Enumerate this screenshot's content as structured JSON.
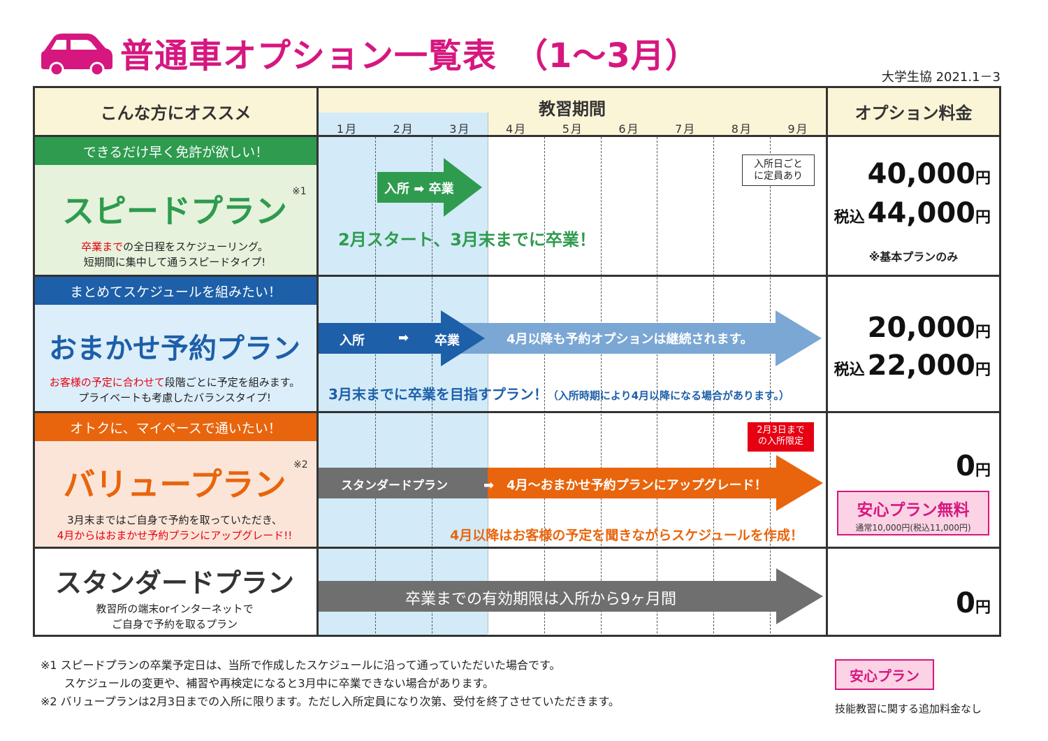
{
  "header": {
    "title": "普通車オプション一覧表　（1～3月）",
    "issuer": "大学生協 2021.1－3"
  },
  "table": {
    "col_recommend": "こんな方にオススメ",
    "col_period": "教習期間",
    "col_price": "オプション料金",
    "months": [
      "1月",
      "2月",
      "3月",
      "4月",
      "5月",
      "6月",
      "7月",
      "8月",
      "9月"
    ]
  },
  "speed": {
    "band": "できるだけ早く免許が欲しい！",
    "name": "スピードプラン",
    "mark": "※1",
    "desc_highlight": "卒業まで",
    "desc_line1_rest": "の全日程をスケジューリング。",
    "desc_line2": "短期間に集中して通うスピードタイプ!",
    "arrow_text": "入所 ➡ 卒業",
    "note": "2月スタート、3月末までに卒業！",
    "box_note_line1": "入所日ごと",
    "box_note_line2": "に定員あり",
    "price": "40,000",
    "price_tax_label": "税込",
    "price_tax": "44,000",
    "yen": "円",
    "price_note": "※基本プランのみ",
    "color": "#2e9b4f"
  },
  "omakase": {
    "band": "まとめてスケジュールを組みたい！",
    "name": "おまかせ予約プラン",
    "desc_highlight": "お客様の予定に合わせて",
    "desc_line1_rest": "段階ごとに予定を組みます。",
    "desc_line2": "プライベートも考慮したバランスタイプ!",
    "arrow_in": "入所",
    "arrow_mid": "➡",
    "arrow_out": "卒業",
    "arrow_ext_text": "4月以降も予約オプションは継続されます。",
    "note_main": "3月末までに卒業を目指すプラン！",
    "note_sub": "（入所時期により4月以降になる場合があります。）",
    "price": "20,000",
    "price_tax_label": "税込",
    "price_tax": "22,000",
    "yen": "円",
    "color": "#1d5fa8"
  },
  "value": {
    "band": "オトクに、マイペースで通いたい！",
    "name": "バリュープラン",
    "mark": "※2",
    "desc_line1": "3月末まではご自身で予約を取っていただき、",
    "desc_line2": "4月からはおまかせ予約プランにアップグレード!!",
    "arrow_gray_text": "スタンダードプラン",
    "arrow_orange_text": "➡　4月～おまかせ予約プランにアップグレード！",
    "note": "4月以降はお客様の予定を聞きながらスケジュールを作成！",
    "red_note_line1": "2月3日まで",
    "red_note_line2": "の入所限定",
    "price": "0",
    "yen": "円",
    "anshin_free": "安心プラン無料",
    "anshin_note": "通常10,000円(税込11,000円)",
    "color": "#e8650d"
  },
  "standard": {
    "name": "スタンダードプラン",
    "desc_line1": "教習所の端末orインターネットで",
    "desc_line2": "ご自身で予約を取るプラン",
    "arrow_text": "卒業までの有効期限は入所から9ヶ月間",
    "price": "0",
    "yen": "円"
  },
  "footnotes": {
    "note1_line1": "※1  スピードプランの卒業予定日は、当所で作成したスケジュールに沿って通っていただいた場合です。",
    "note1_line2": "スケジュールの変更や、補習や再検定になると3月中に卒業できない場合があります。",
    "note2": "※2  バリュープランは2月3日までの入所に限ります。ただし入所定員になり次第、受付を終了させていただきます。"
  },
  "legend": {
    "anshin": "安心プラン",
    "anshin_desc": "技能教習に関する追加料金なし"
  },
  "colors": {
    "accent_pink": "#d6177f",
    "light_blue_period": "#d3ebf8",
    "header_cream": "#fbf5d8",
    "arrow_light_blue": "#7ba7d4",
    "arrow_gray": "#6f6f6f",
    "red_badge": "#e60012"
  }
}
